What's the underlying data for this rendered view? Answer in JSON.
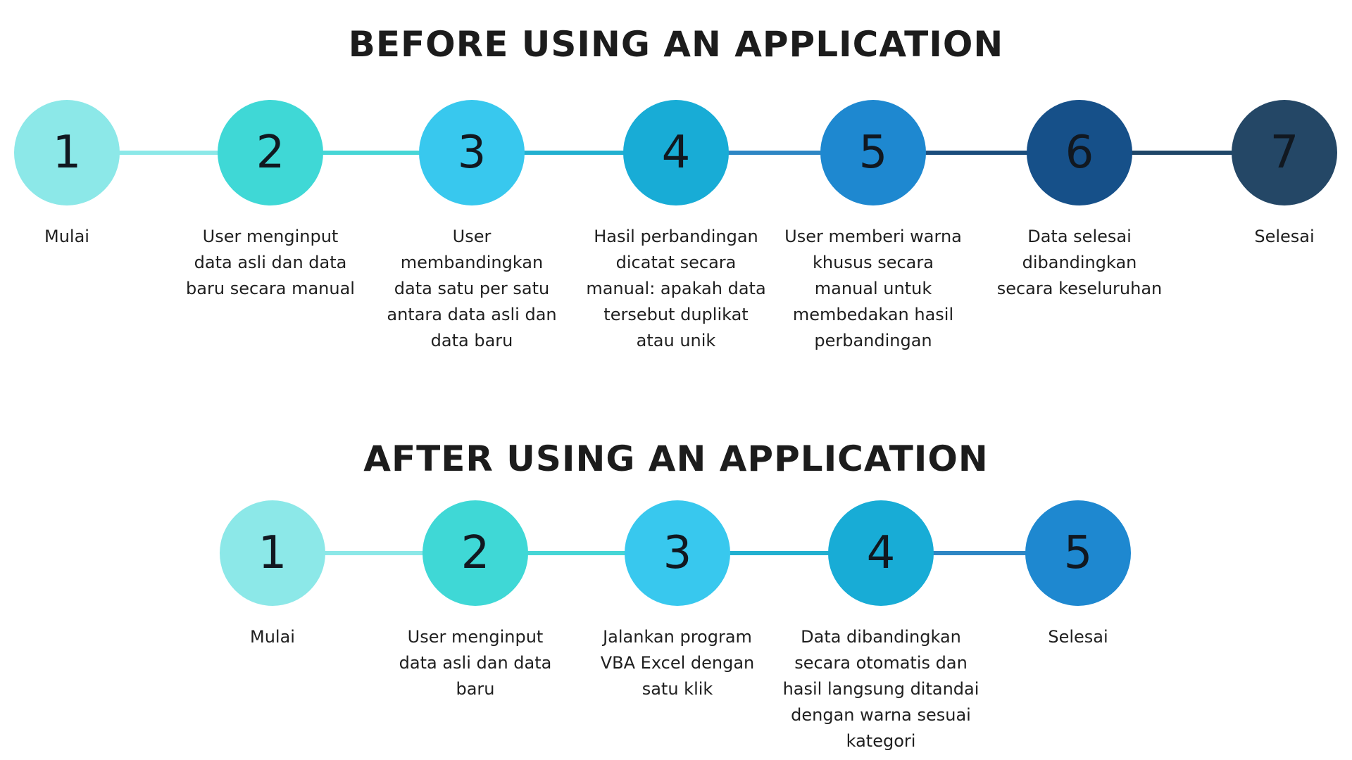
{
  "before": {
    "title": "BEFORE USING AN APPLICATION",
    "steps": [
      {
        "number": "1",
        "label": "Mulai",
        "color": "#8ce8e8"
      },
      {
        "number": "2",
        "label": "User menginput data asli dan data baru secara manual",
        "color": "#3fd8d6"
      },
      {
        "number": "3",
        "label": "User membandingkan data satu per satu antara data asli dan data baru",
        "color": "#38c8ee"
      },
      {
        "number": "4",
        "label": "Hasil perbandingan dicatat secara manual: apakah data tersebut duplikat atau unik",
        "color": "#18acd6"
      },
      {
        "number": "5",
        "label": "User memberi warna khusus secara manual untuk membedakan hasil perbandingan",
        "color": "#1e88d0"
      },
      {
        "number": "6",
        "label": "Data selesai dibandingkan secara keseluruhan",
        "color": "#165089"
      },
      {
        "number": "7",
        "label": "Selesai",
        "color": "#244766"
      }
    ],
    "connector_colors": [
      "#8ce8e8",
      "#46d6d6",
      "#22b0d0",
      "#2e86c4",
      "#1a4d7c",
      "#1f4668"
    ]
  },
  "after": {
    "title": "AFTER USING AN APPLICATION",
    "steps": [
      {
        "number": "1",
        "label": "Mulai",
        "color": "#8ce8e8"
      },
      {
        "number": "2",
        "label": "User menginput data asli dan data baru",
        "color": "#3fd8d6"
      },
      {
        "number": "3",
        "label": "Jalankan program VBA Excel dengan satu klik",
        "color": "#38c8ee"
      },
      {
        "number": "4",
        "label": "Data dibandingkan secara otomatis dan hasil langsung ditandai dengan warna sesuai kategori",
        "color": "#18acd6"
      },
      {
        "number": "5",
        "label": "Selesai",
        "color": "#1e88d0"
      }
    ],
    "connector_colors": [
      "#8ce8e8",
      "#46d6d6",
      "#22b0d0",
      "#2e86c4"
    ]
  }
}
